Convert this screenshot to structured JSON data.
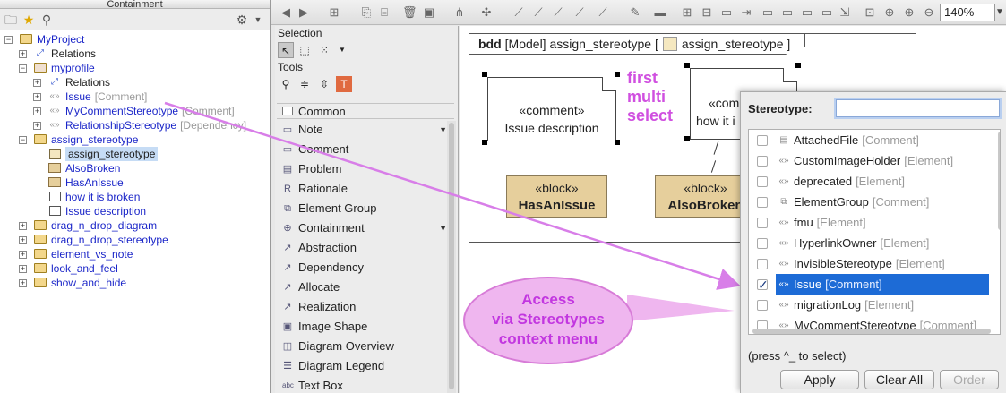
{
  "containment": {
    "title": "Containment",
    "tree": [
      {
        "label": "MyProject",
        "suffix": "",
        "color": "blue",
        "icon": "package",
        "toggle": "−",
        "sel": false
      },
      {
        "label": "Relations",
        "suffix": "",
        "color": "dark",
        "icon": "relation",
        "toggle": "+",
        "sel": false
      },
      {
        "label": "myprofile",
        "suffix": "",
        "color": "blue",
        "icon": "profile",
        "toggle": "−",
        "sel": false
      },
      {
        "label": "Relations",
        "suffix": "",
        "color": "dark",
        "icon": "relation",
        "toggle": "+",
        "sel": false
      },
      {
        "label": "Issue",
        "suffix": "[Comment]",
        "color": "blue",
        "icon": "stereotype",
        "toggle": "+",
        "sel": false
      },
      {
        "label": "MyCommentStereotype",
        "suffix": "[Comment]",
        "color": "blue",
        "icon": "stereotype",
        "toggle": "+",
        "sel": false
      },
      {
        "label": "RelationshipStereotype",
        "suffix": "[Dependency]",
        "color": "blue",
        "icon": "stereotype",
        "toggle": "+",
        "sel": false
      },
      {
        "label": "assign_stereotype",
        "suffix": "",
        "color": "blue",
        "icon": "package",
        "toggle": "−",
        "sel": false
      },
      {
        "label": "assign_stereotype",
        "suffix": "",
        "color": "dark",
        "icon": "diagram",
        "toggle": "",
        "sel": true
      },
      {
        "label": "AlsoBroken",
        "suffix": "",
        "color": "blue",
        "icon": "block",
        "toggle": "",
        "sel": false
      },
      {
        "label": "HasAnIssue",
        "suffix": "",
        "color": "blue",
        "icon": "block",
        "toggle": "",
        "sel": false
      },
      {
        "label": "how it is broken",
        "suffix": "",
        "color": "blue",
        "icon": "note",
        "toggle": "",
        "sel": false
      },
      {
        "label": "Issue description",
        "suffix": "",
        "color": "blue",
        "icon": "note",
        "toggle": "",
        "sel": false
      },
      {
        "label": "drag_n_drop_diagram",
        "suffix": "",
        "color": "blue",
        "icon": "package",
        "toggle": "+",
        "sel": false
      },
      {
        "label": "drag_n_drop_stereotype",
        "suffix": "",
        "color": "blue",
        "icon": "package",
        "toggle": "+",
        "sel": false
      },
      {
        "label": "element_vs_note",
        "suffix": "",
        "color": "blue",
        "icon": "package",
        "toggle": "+",
        "sel": false
      },
      {
        "label": "look_and_feel",
        "suffix": "",
        "color": "blue",
        "icon": "package",
        "toggle": "+",
        "sel": false
      },
      {
        "label": "show_and_hide",
        "suffix": "",
        "color": "blue",
        "icon": "package",
        "toggle": "+",
        "sel": false
      }
    ]
  },
  "toolbar": {
    "zoom": "140%"
  },
  "palette": {
    "selection_label": "Selection",
    "tools_label": "Tools",
    "common_label": "Common",
    "items": [
      {
        "label": "Note",
        "icon": "note-icon",
        "glyph": "▭",
        "arrow": true
      },
      {
        "label": "Comment",
        "icon": "comment-icon",
        "glyph": "▭",
        "arrow": false
      },
      {
        "label": "Problem",
        "icon": "problem-icon",
        "glyph": "▤",
        "arrow": false
      },
      {
        "label": "Rationale",
        "icon": "rationale-icon",
        "glyph": "R",
        "arrow": false
      },
      {
        "label": "Element Group",
        "icon": "element-group-icon",
        "glyph": "⧉",
        "arrow": false
      },
      {
        "label": "Containment",
        "icon": "containment-icon",
        "glyph": "⊕",
        "arrow": true
      },
      {
        "label": "Abstraction",
        "icon": "abstraction-icon",
        "glyph": "↗",
        "arrow": false
      },
      {
        "label": "Dependency",
        "icon": "dependency-icon",
        "glyph": "↗",
        "arrow": false
      },
      {
        "label": "Allocate",
        "icon": "allocate-icon",
        "glyph": "↗",
        "arrow": false
      },
      {
        "label": "Realization",
        "icon": "realization-icon",
        "glyph": "↗",
        "arrow": false
      },
      {
        "label": "Image Shape",
        "icon": "image-shape-icon",
        "glyph": "▣",
        "arrow": false
      },
      {
        "label": "Diagram Overview",
        "icon": "diagram-overview-icon",
        "glyph": "◫",
        "arrow": false
      },
      {
        "label": "Diagram Legend",
        "icon": "diagram-legend-icon",
        "glyph": "☰",
        "arrow": false
      },
      {
        "label": "Text Box",
        "icon": "text-box-icon",
        "glyph": "abc",
        "arrow": false
      }
    ]
  },
  "diagram": {
    "frame_kind": "bdd",
    "frame_title_pre": "[Model] assign_stereotype [",
    "frame_title_post": "assign_stereotype ]",
    "comment1_stereo": "«comment»",
    "comment1_text": "Issue description",
    "comment2_stereo": "«com",
    "comment2_text": "how it i",
    "block1_stereo": "«block»",
    "block1_name": "HasAnIssue",
    "block2_stereo": "«block»",
    "block2_name": "AlsoBroken",
    "annotation_lines": [
      "first",
      "multi",
      "select"
    ],
    "callout_lines": [
      "Access",
      "via Stereotypes",
      "context menu"
    ],
    "annotation_color": "#d050e0"
  },
  "stereotype_dialog": {
    "label": "Stereotype:",
    "input_value": "",
    "items": [
      {
        "name": "AttachedFile",
        "meta": "[Comment]",
        "icon": "file-icon",
        "glyph": "▤",
        "checked": false,
        "highlight": false
      },
      {
        "name": "CustomImageHolder",
        "meta": "[Element]",
        "icon": "stereotype-icon",
        "glyph": "«»",
        "checked": false,
        "highlight": false
      },
      {
        "name": "deprecated",
        "meta": "[Element]",
        "icon": "stereotype-icon",
        "glyph": "«»",
        "checked": false,
        "highlight": false
      },
      {
        "name": "ElementGroup",
        "meta": "[Comment]",
        "icon": "element-group-icon",
        "glyph": "⧉",
        "checked": false,
        "highlight": false
      },
      {
        "name": "fmu",
        "meta": "[Element]",
        "icon": "stereotype-icon",
        "glyph": "«»",
        "checked": false,
        "highlight": false
      },
      {
        "name": "HyperlinkOwner",
        "meta": "[Element]",
        "icon": "stereotype-icon",
        "glyph": "«»",
        "checked": false,
        "highlight": false
      },
      {
        "name": "InvisibleStereotype",
        "meta": "[Element]",
        "icon": "stereotype-icon",
        "glyph": "«»",
        "checked": false,
        "highlight": false
      },
      {
        "name": "Issue",
        "meta": "[Comment]",
        "icon": "stereotype-icon",
        "glyph": "«»",
        "checked": true,
        "highlight": true
      },
      {
        "name": "migrationLog",
        "meta": "[Element]",
        "icon": "stereotype-icon",
        "glyph": "«»",
        "checked": false,
        "highlight": false
      },
      {
        "name": "MyCommentStereotype",
        "meta": "[Comment]",
        "icon": "stereotype-icon",
        "glyph": "«»",
        "checked": false,
        "highlight": false
      }
    ],
    "hint": "(press ^_ to select)",
    "apply": "Apply",
    "clear_all": "Clear All",
    "order": "Order"
  }
}
